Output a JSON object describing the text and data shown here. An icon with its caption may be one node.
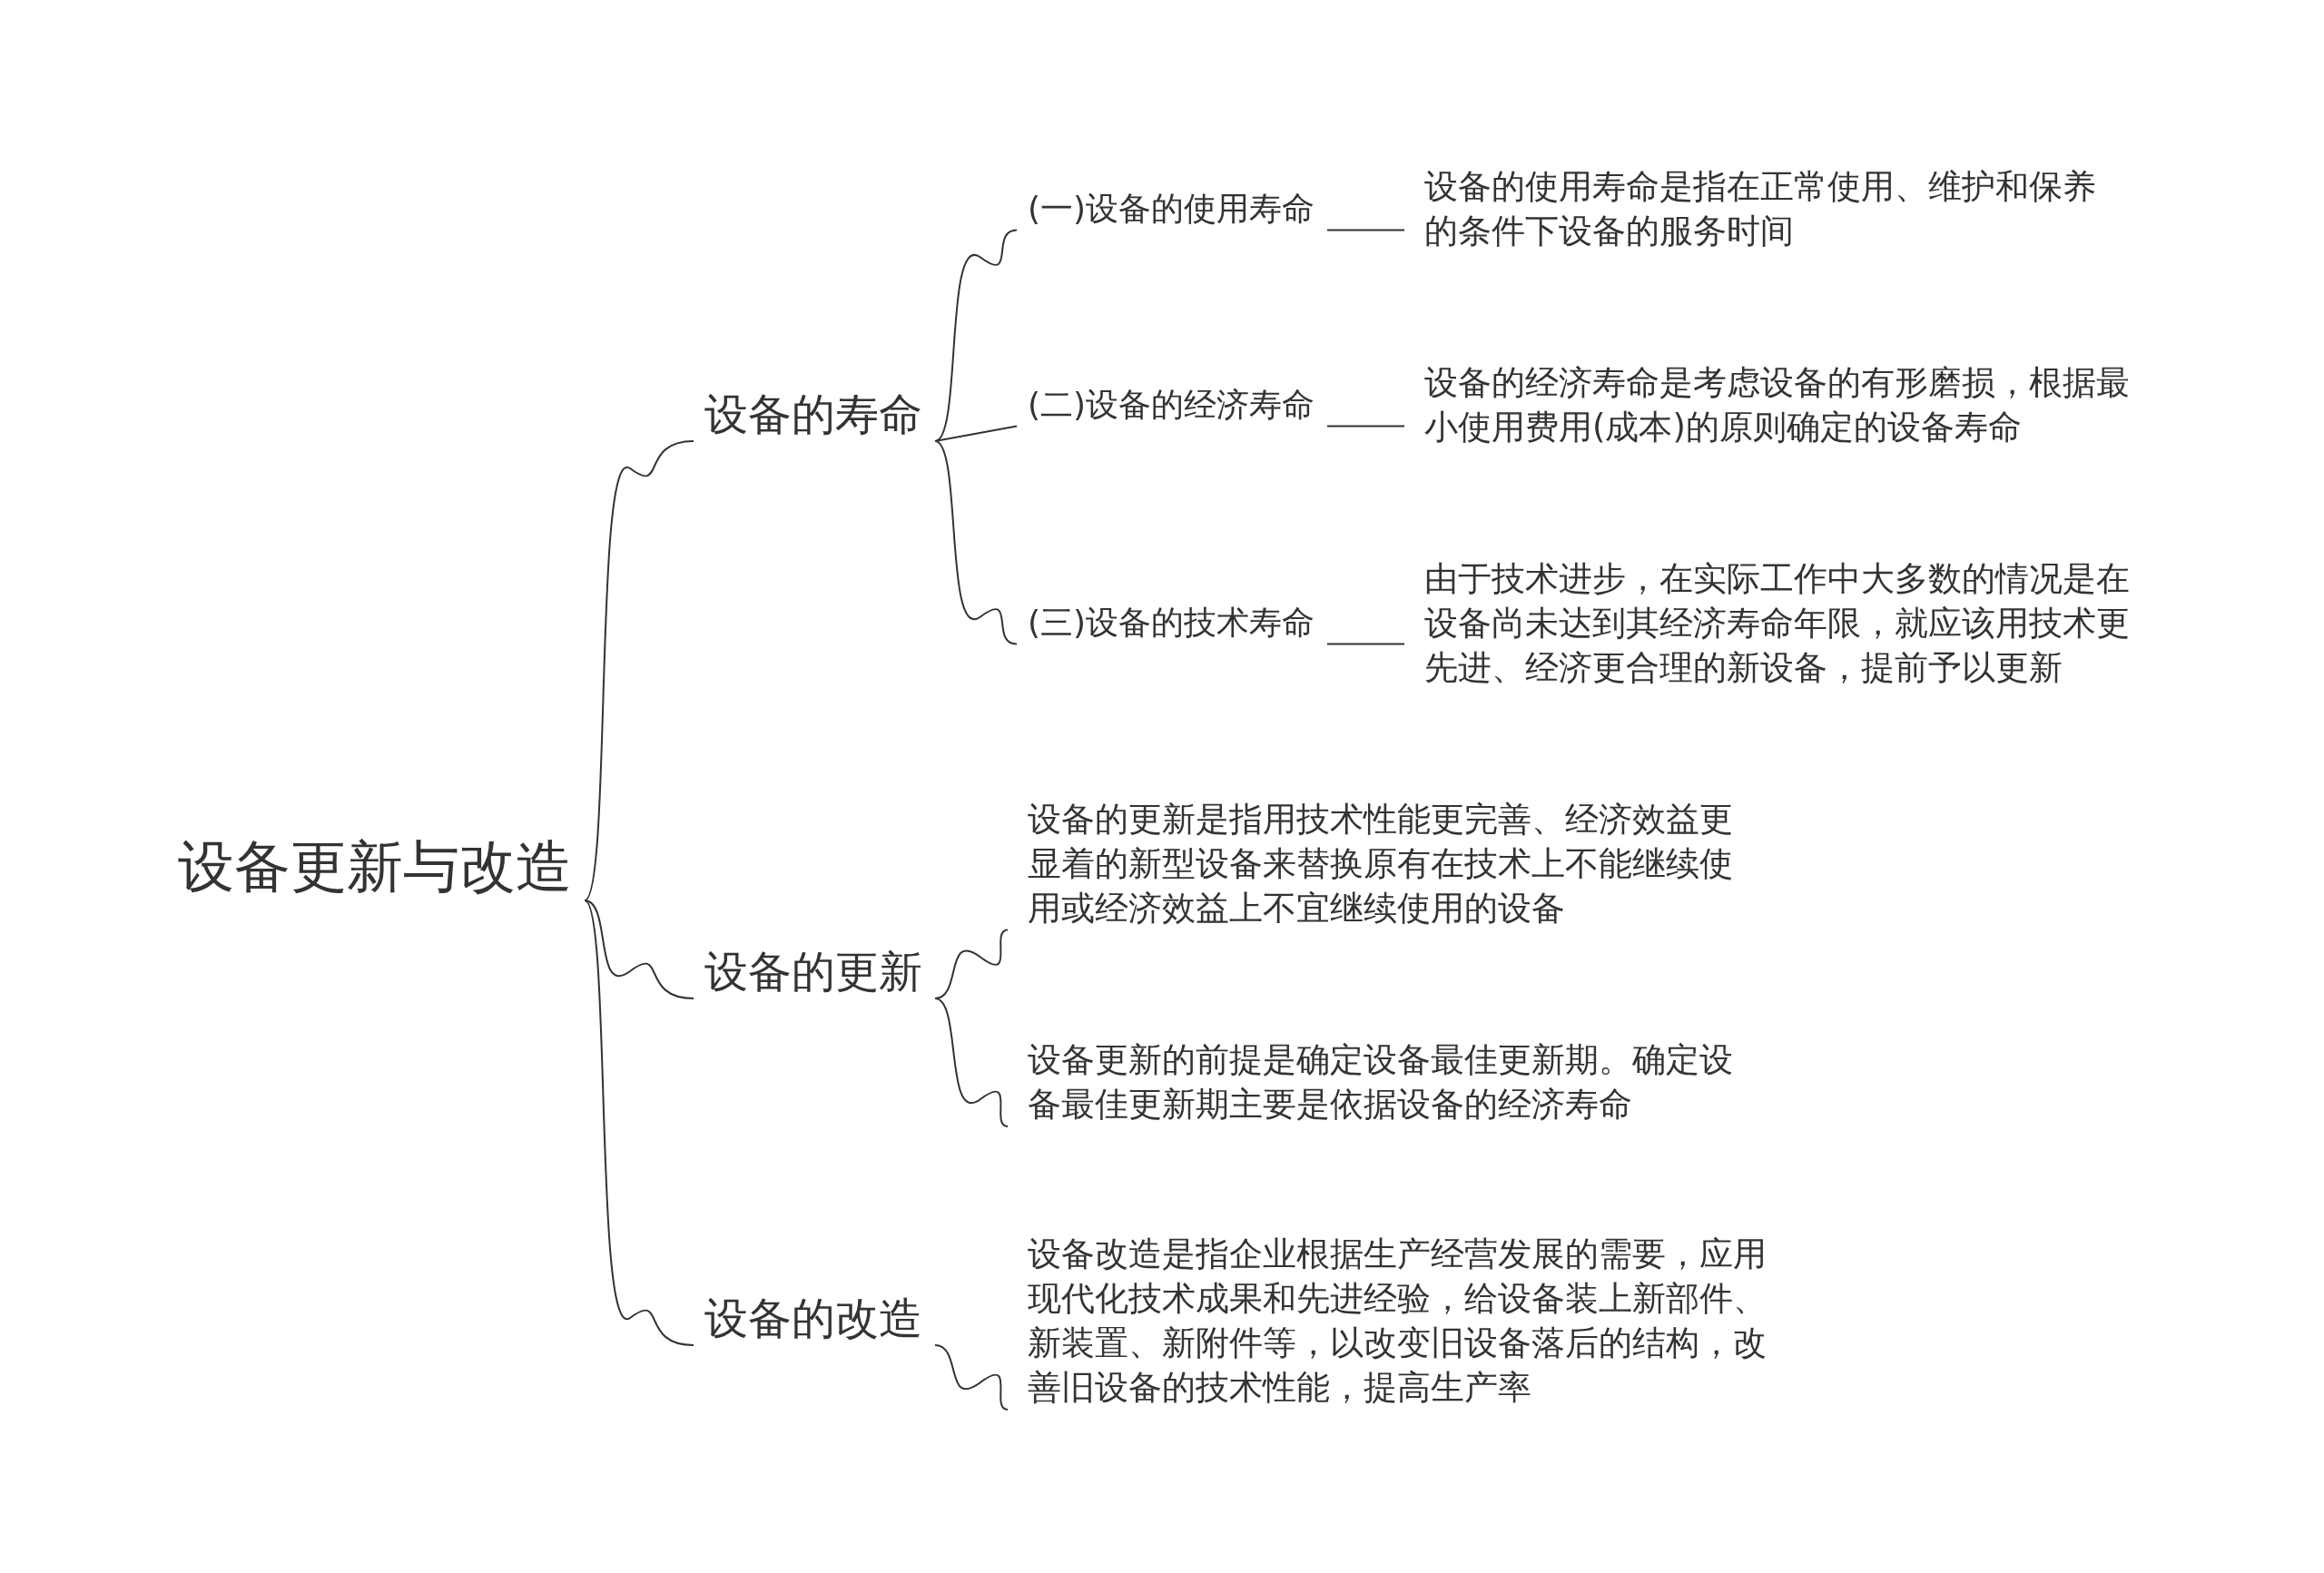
{
  "diagram": {
    "nodes": [
      {
        "text": [
          "设备更新与改造"
        ]
      },
      {
        "text": [
          "设备的寿命"
        ]
      },
      {
        "text": [
          "(一)设备的使用寿命"
        ]
      },
      {
        "text": [
          "设备的使用寿命是指在正常使用、维护和保养的条件下设备的服务时间"
        ]
      },
      {
        "text": [
          "(二)设备的经济寿命"
        ]
      },
      {
        "text": [
          "设备的经济寿命是考虑设备的有形磨损，根据最小使用费用(成本)的原则确定的设备寿命"
        ]
      },
      {
        "text": [
          "(三)设备的技术寿命"
        ]
      },
      {
        "text": [
          "由于技术进步，在实际工作中大多数的情况是在设备尚未达到其经济寿命年限，就应该用技术更先进、经济更合理的新设备，提前予以更新"
        ]
      },
      {
        "text": [
          "设备的更新"
        ]
      },
      {
        "text": [
          "设备的更新是指用技术性能更完善、经济效益更显着的新型设备来替换原有在技术上不能继续使用或经济效益上不宜继续使用的设备"
        ]
      },
      {
        "text": [
          "设备更新的前提是确定设备最佳更新期。确定设备最佳更新期主要是依据设备的经济寿命"
        ]
      },
      {
        "text": [
          "设备的改造"
        ]
      },
      {
        "text": [
          "设备改造是指企业根据生产经营发展的需要，应用现代化技术成果和先进经验，给设备装上新部件、新装置、新附件等，以改变旧设备落后的结构，改善旧设备的技术性能，提高生产率"
        ]
      }
    ],
    "edges": [
      {
        "from": 0,
        "to": 1,
        "arrow": "none"
      },
      {
        "from": 0,
        "to": 8,
        "arrow": "none"
      },
      {
        "from": 0,
        "to": 11,
        "arrow": "none"
      },
      {
        "from": 1,
        "to": 2,
        "arrow": "none"
      },
      {
        "from": 1,
        "to": 4,
        "arrow": "none"
      },
      {
        "from": 1,
        "to": 6,
        "arrow": "none"
      },
      {
        "from": 2,
        "to": 3,
        "arrow": "none"
      },
      {
        "from": 4,
        "to": 5,
        "arrow": "none"
      },
      {
        "from": 6,
        "to": 7,
        "arrow": "none"
      },
      {
        "from": 8,
        "to": 9,
        "arrow": "none"
      },
      {
        "from": 8,
        "to": 10,
        "arrow": "none"
      },
      {
        "from": 11,
        "to": 12,
        "arrow": "none"
      }
    ]
  }
}
